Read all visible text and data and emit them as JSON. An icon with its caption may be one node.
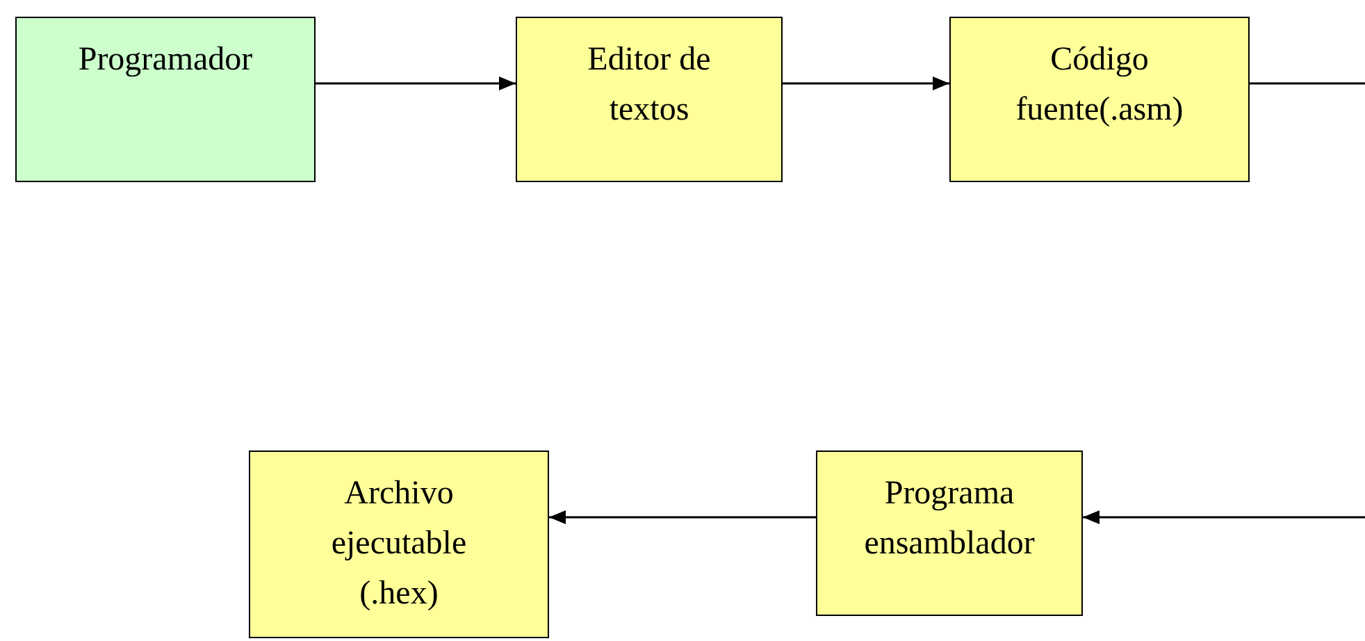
{
  "diagram": {
    "nodes": [
      {
        "text": [
          "Programador"
        ]
      },
      {
        "text": [
          "Editor de textos"
        ]
      },
      {
        "text": [
          "Código fuente(.asm)"
        ]
      },
      {
        "text": [
          "Archivo ejecutable (.hex)"
        ]
      },
      {
        "text": [
          "Programa ensamblador"
        ]
      }
    ],
    "edges": [
      {
        "from": 0,
        "to": 1,
        "arrow": "to"
      },
      {
        "from": 1,
        "to": 2,
        "arrow": "to"
      },
      {
        "from": 2,
        "to": null,
        "arrow": "none"
      },
      {
        "from": null,
        "to": 4,
        "arrow": "to"
      },
      {
        "from": 4,
        "to": 3,
        "arrow": "to"
      }
    ]
  }
}
